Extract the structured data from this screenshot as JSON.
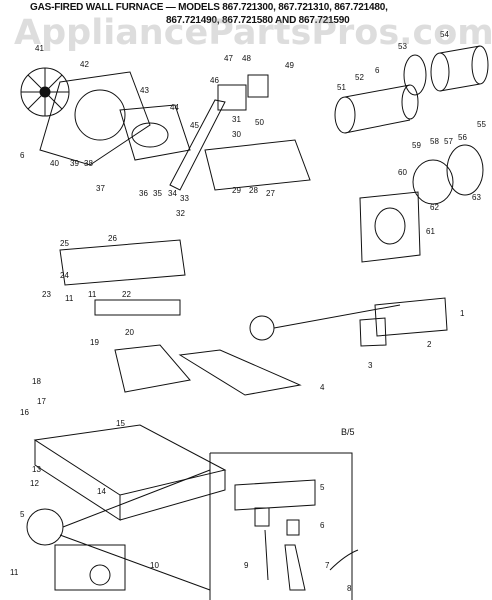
{
  "title_line1": "GAS-FIRED WALL FURNACE — MODELS 867.721300, 867.721310, 867.721480,",
  "title_line2": "867.721490, 867.721580 AND 867.721590",
  "watermark": "AppliancePartsPros.com",
  "diagram_code": "B/5",
  "callouts": [
    "1",
    "2",
    "3",
    "4",
    "5",
    "5",
    "6",
    "7",
    "8",
    "9",
    "10",
    "11",
    "11",
    "11",
    "12",
    "13",
    "14",
    "15",
    "16",
    "17",
    "18",
    "19",
    "20",
    "22",
    "23",
    "24",
    "25",
    "26",
    "27",
    "28",
    "29",
    "30",
    "31",
    "32",
    "33",
    "34",
    "35",
    "36",
    "37",
    "38",
    "39",
    "40",
    "41",
    "42",
    "43",
    "44",
    "45",
    "46",
    "47",
    "48",
    "49",
    "50",
    "51",
    "52",
    "53",
    "54",
    "55",
    "56",
    "57",
    "58",
    "59",
    "60",
    "61",
    "62",
    "63",
    "6",
    "6"
  ]
}
